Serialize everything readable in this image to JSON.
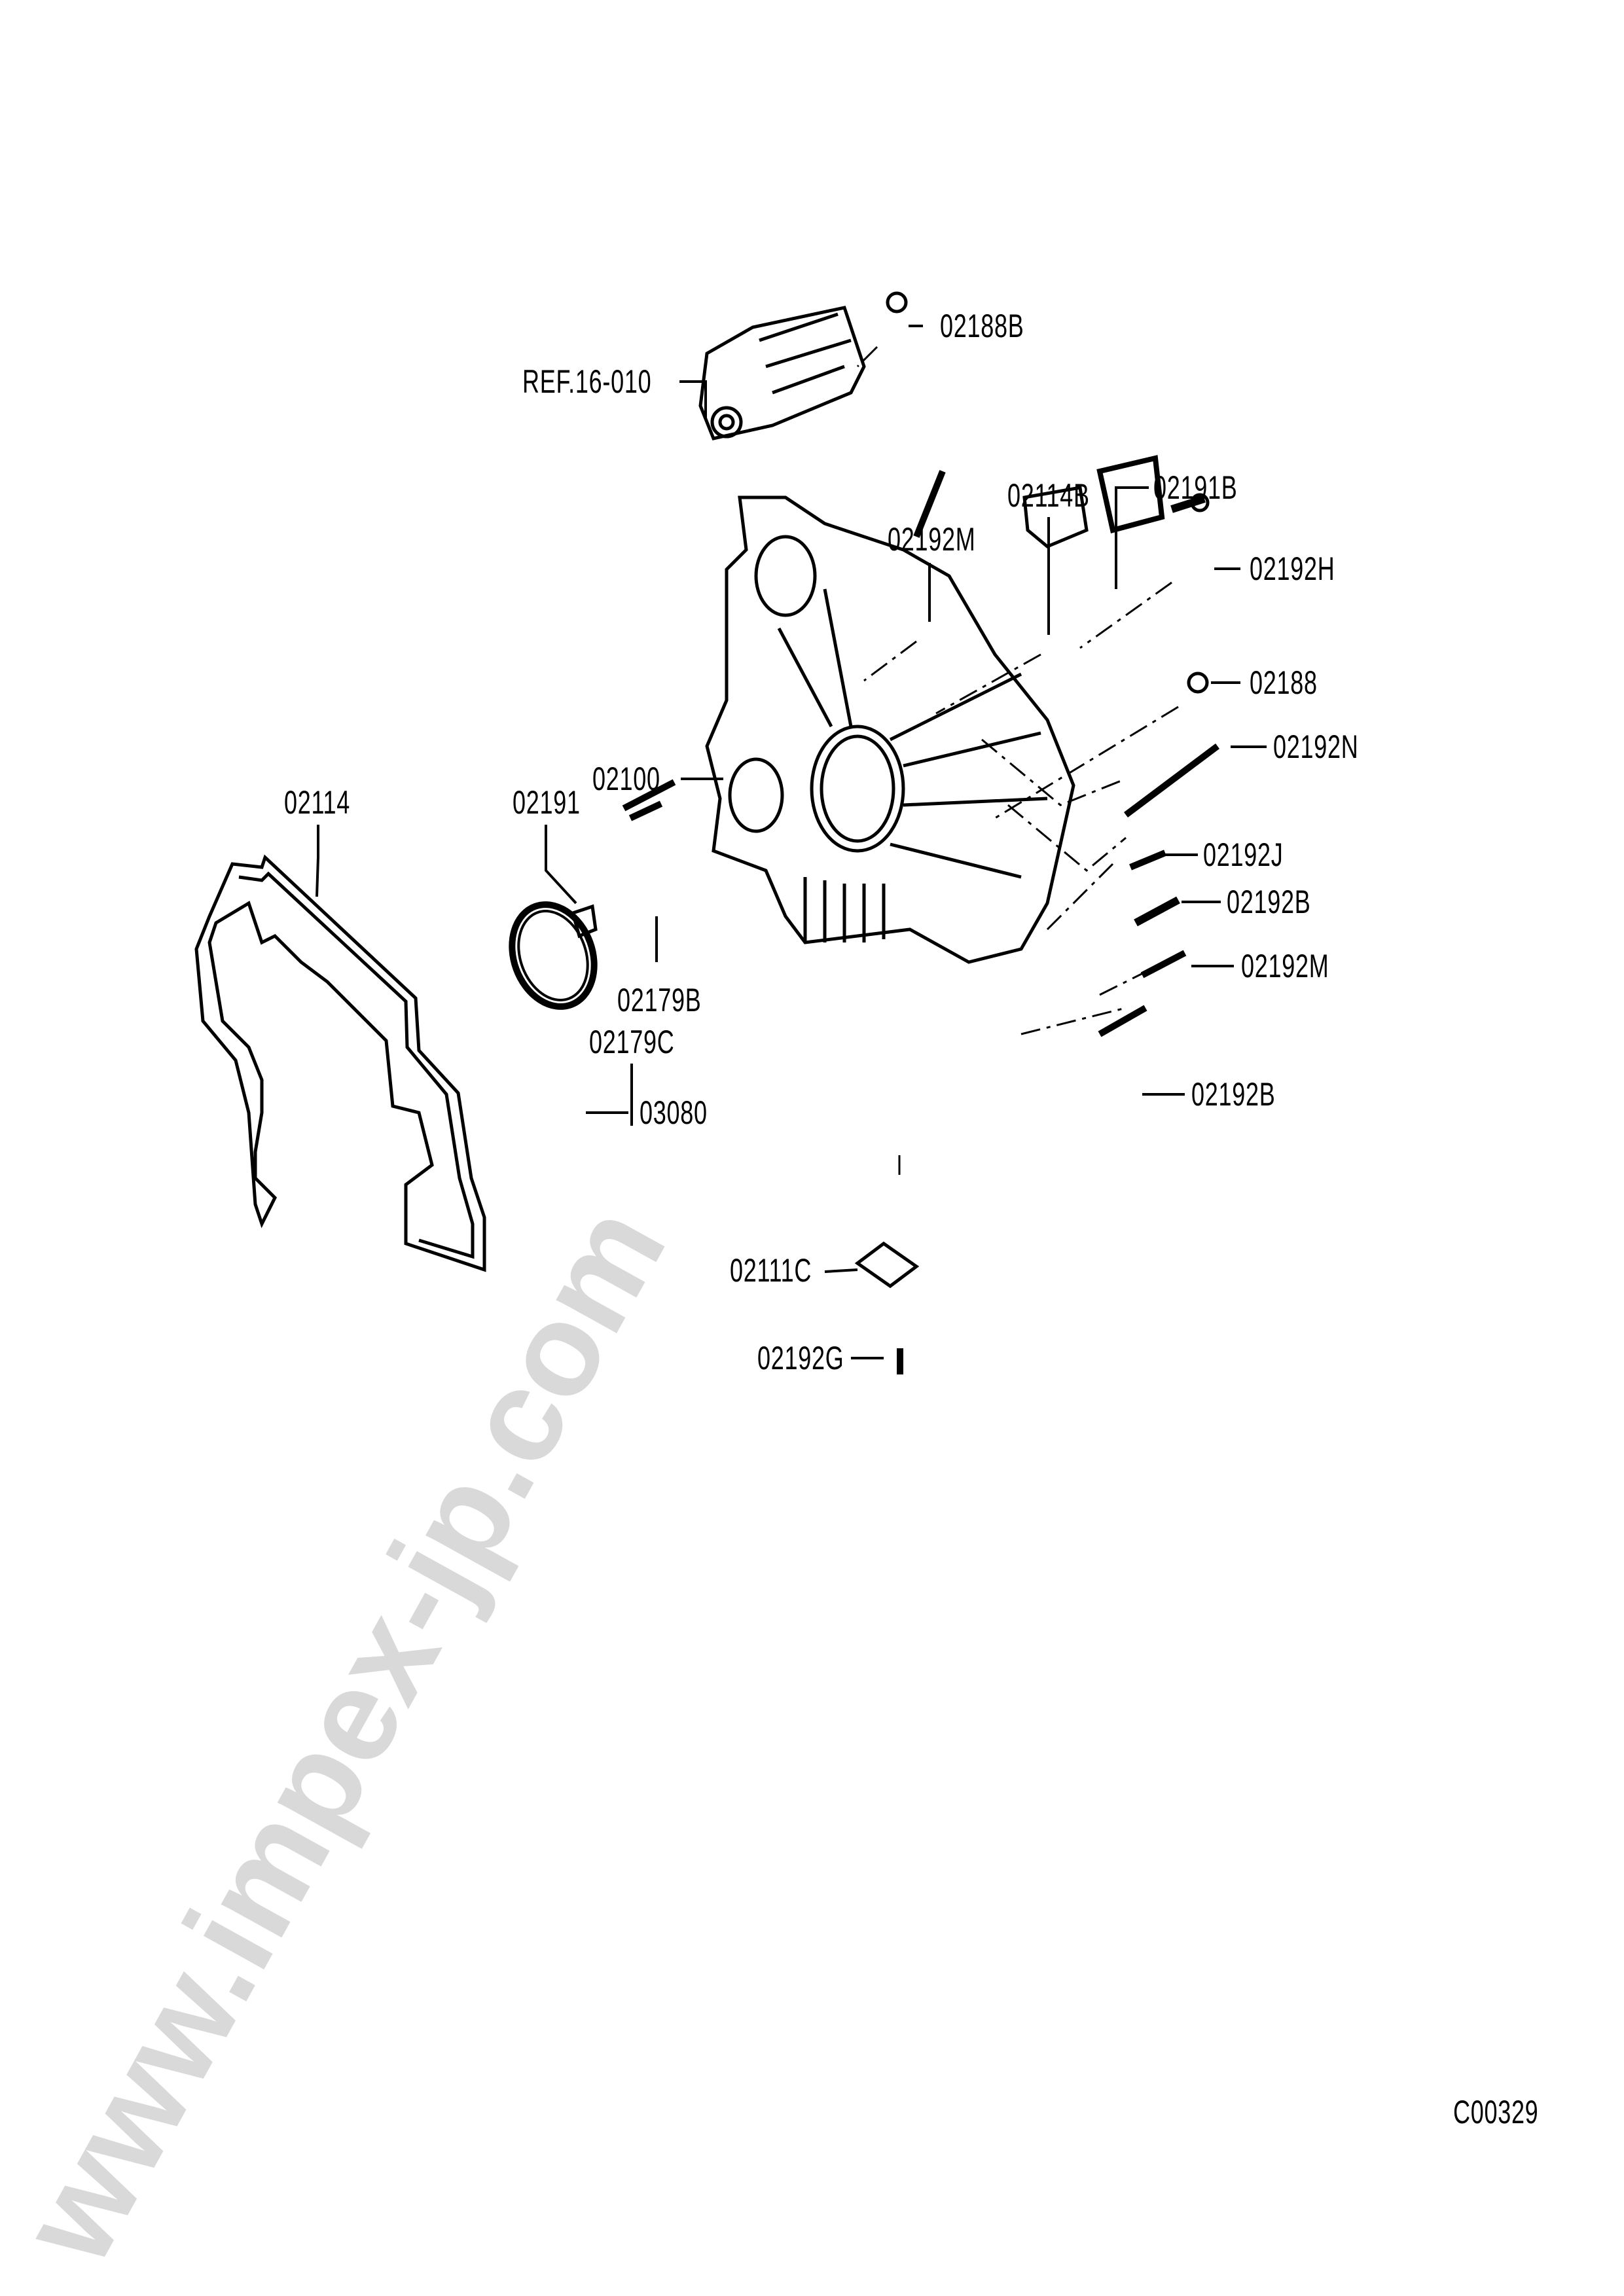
{
  "diagram_code": "C00329",
  "watermark": "www.impex-jp.com",
  "callouts": [
    {
      "id": "ref-starter",
      "text": "REF.16-010"
    },
    {
      "id": "nut-top",
      "text": "02188B"
    },
    {
      "id": "gasket-cover",
      "text": "02114B"
    },
    {
      "id": "cover-plate",
      "text": "02191B"
    },
    {
      "id": "bolt-m-top",
      "text": "02192M"
    },
    {
      "id": "bolt-h",
      "text": "02192H"
    },
    {
      "id": "nut",
      "text": "02188"
    },
    {
      "id": "housing",
      "text": "02100"
    },
    {
      "id": "bolt-n",
      "text": "02192N"
    },
    {
      "id": "bolt-j",
      "text": "02192J"
    },
    {
      "id": "bolt-b-upper",
      "text": "02192B"
    },
    {
      "id": "bolt-m-lower",
      "text": "02192M"
    },
    {
      "id": "pin-c",
      "text": "02179C"
    },
    {
      "id": "bolt-b-lower",
      "text": "02192B"
    },
    {
      "id": "gasket-main",
      "text": "02114"
    },
    {
      "id": "plug",
      "text": "02191"
    },
    {
      "id": "pin-b",
      "text": "02179B"
    },
    {
      "id": "oil-seal",
      "text": "03080"
    },
    {
      "id": "cover-small",
      "text": "02111C"
    },
    {
      "id": "bolt-g",
      "text": "02192G"
    }
  ]
}
